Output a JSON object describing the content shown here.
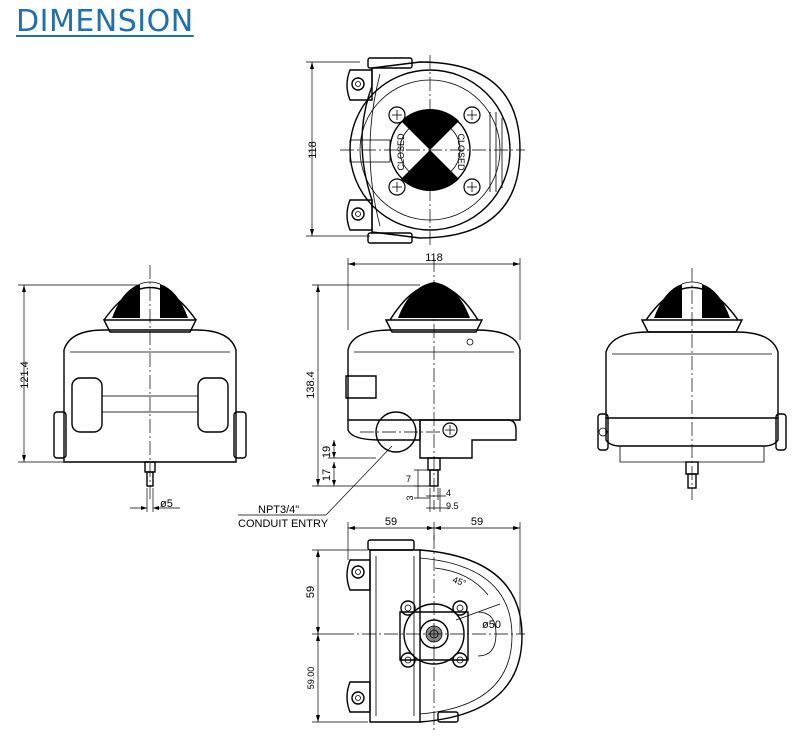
{
  "title": "DIMENSION",
  "dims": {
    "top_height": "118",
    "front_width": "118",
    "left_height": "121.4",
    "front_height": "138.4",
    "dim_19": "19",
    "dim_17": "17",
    "dim_7": "7",
    "dim_3": "3",
    "dim_4": "4",
    "dim_9_5": "9.5",
    "shaft_dia": "ø5",
    "bottom_left_width": "59",
    "bottom_right_width": "59",
    "bottom_top_height": "59",
    "bottom_low_height": "59.00",
    "angle": "45°",
    "dia_50": "ø50"
  },
  "callout": {
    "line1": "NPT3/4\"",
    "line2": "CONDUIT  ENTRY"
  }
}
